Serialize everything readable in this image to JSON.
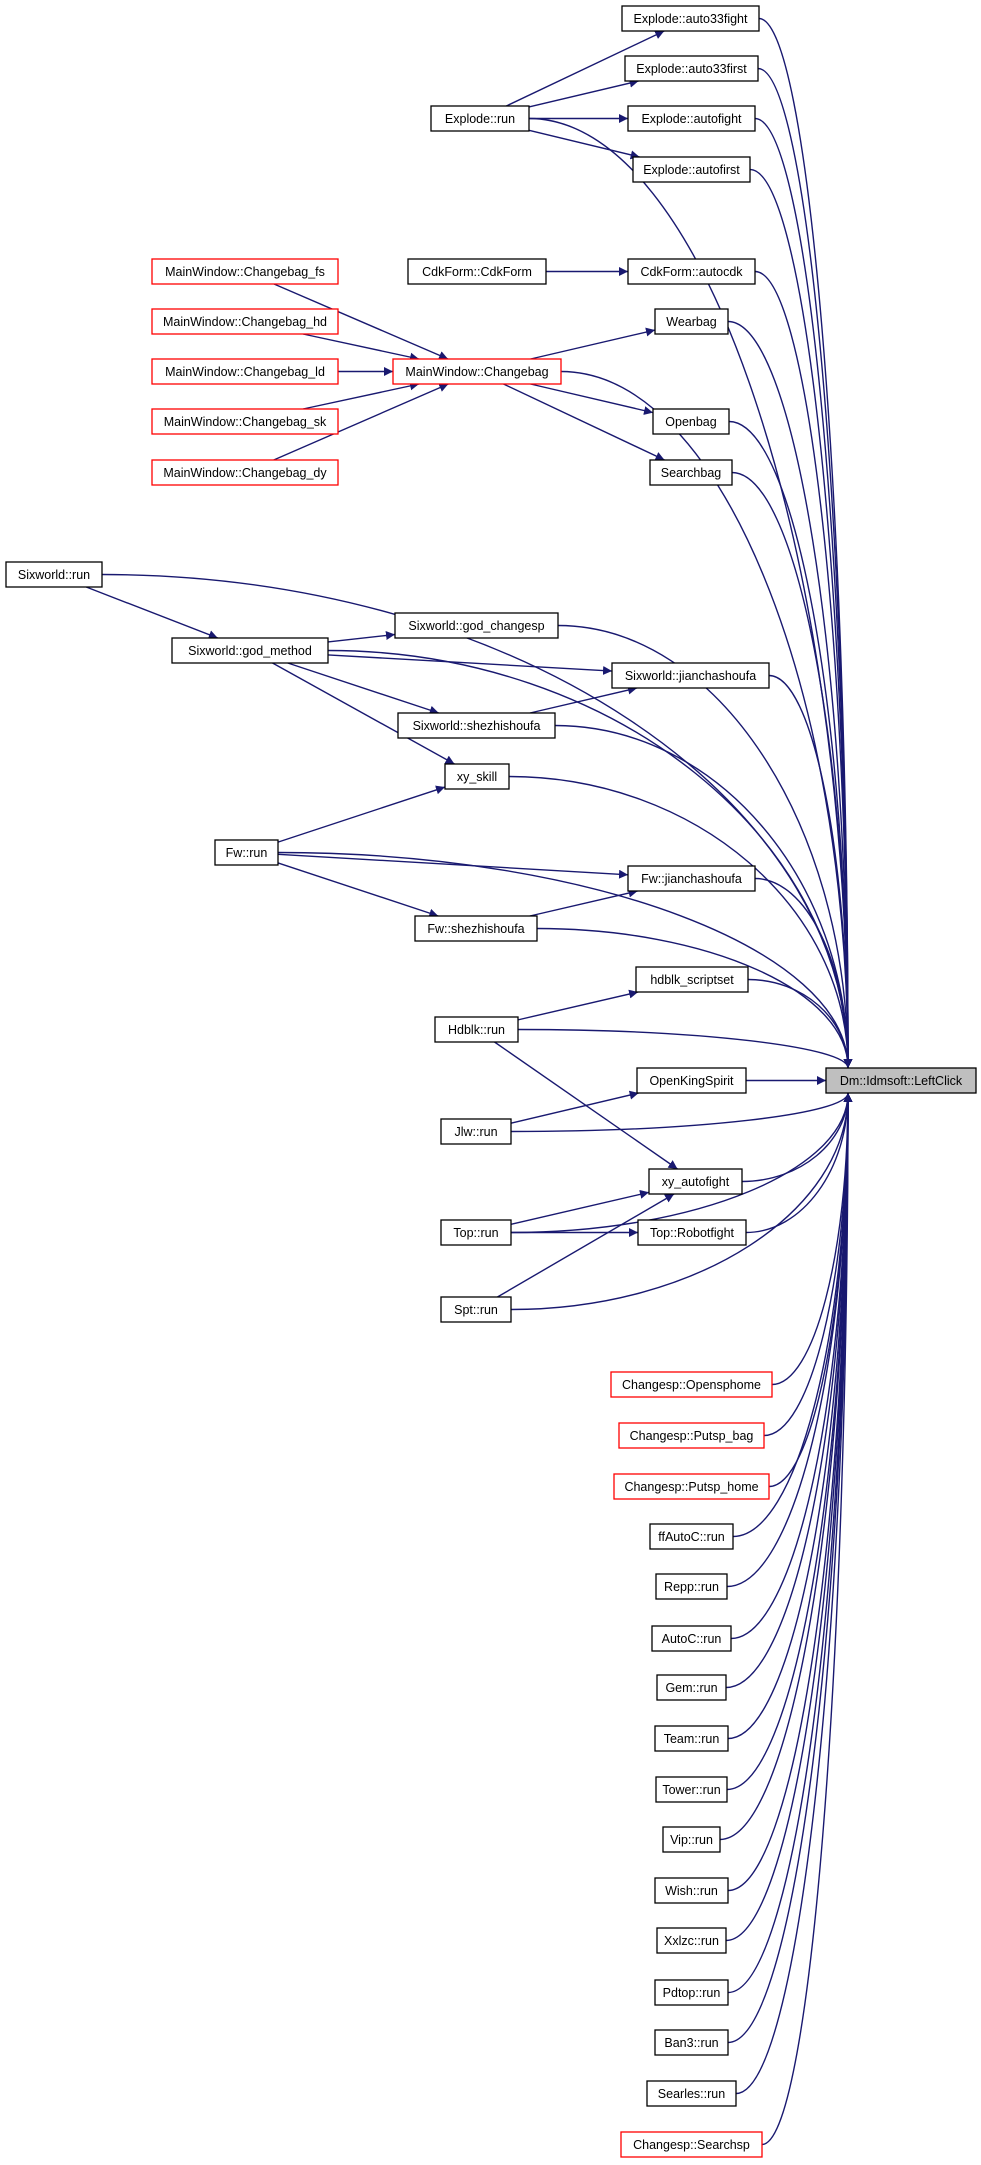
{
  "colors": {
    "edge": "#191970",
    "node_border": "#000000",
    "node_border_incomplete": "#ff0000",
    "target_fill": "#bfbfbf",
    "background": "#ffffff"
  },
  "target": {
    "id": "target",
    "label": "Dm::Idmsoft::LeftClick"
  },
  "nodes": [
    {
      "id": "exp_a33fight",
      "label": "Explode::auto33fight",
      "incomplete": false
    },
    {
      "id": "exp_a33first",
      "label": "Explode::auto33first",
      "incomplete": false
    },
    {
      "id": "exp_run",
      "label": "Explode::run",
      "incomplete": false
    },
    {
      "id": "exp_afight",
      "label": "Explode::autofight",
      "incomplete": false
    },
    {
      "id": "exp_afirst",
      "label": "Explode::autofirst",
      "incomplete": false
    },
    {
      "id": "mw_fs",
      "label": "MainWindow::Changebag_fs",
      "incomplete": true
    },
    {
      "id": "cdk_form",
      "label": "CdkForm::CdkForm",
      "incomplete": false
    },
    {
      "id": "cdk_auto",
      "label": "CdkForm::autocdk",
      "incomplete": false
    },
    {
      "id": "mw_hd",
      "label": "MainWindow::Changebag_hd",
      "incomplete": true
    },
    {
      "id": "wearbag",
      "label": "Wearbag",
      "incomplete": false
    },
    {
      "id": "mw_ld",
      "label": "MainWindow::Changebag_ld",
      "incomplete": true
    },
    {
      "id": "mw_cb",
      "label": "MainWindow::Changebag",
      "incomplete": true
    },
    {
      "id": "mw_sk",
      "label": "MainWindow::Changebag_sk",
      "incomplete": true
    },
    {
      "id": "openbag",
      "label": "Openbag",
      "incomplete": false
    },
    {
      "id": "mw_dy",
      "label": "MainWindow::Changebag_dy",
      "incomplete": true
    },
    {
      "id": "searchbag",
      "label": "Searchbag",
      "incomplete": false
    },
    {
      "id": "six_run",
      "label": "Sixworld::run",
      "incomplete": false
    },
    {
      "id": "six_gcsp",
      "label": "Sixworld::god_changesp",
      "incomplete": false
    },
    {
      "id": "six_gm",
      "label": "Sixworld::god_method",
      "incomplete": false
    },
    {
      "id": "six_jcsf",
      "label": "Sixworld::jianchashoufa",
      "incomplete": false
    },
    {
      "id": "six_szsf",
      "label": "Sixworld::shezhishoufa",
      "incomplete": false
    },
    {
      "id": "xy_skill",
      "label": "xy_skill",
      "incomplete": false
    },
    {
      "id": "fw_run",
      "label": "Fw::run",
      "incomplete": false
    },
    {
      "id": "fw_jcsf",
      "label": "Fw::jianchashoufa",
      "incomplete": false
    },
    {
      "id": "fw_szsf",
      "label": "Fw::shezhishoufa",
      "incomplete": false
    },
    {
      "id": "hdblk_ss",
      "label": "hdblk_scriptset",
      "incomplete": false
    },
    {
      "id": "hdblk_run",
      "label": "Hdblk::run",
      "incomplete": false
    },
    {
      "id": "openking",
      "label": "OpenKingSpirit",
      "incomplete": false
    },
    {
      "id": "jlw_run",
      "label": "Jlw::run",
      "incomplete": false
    },
    {
      "id": "xy_af",
      "label": "xy_autofight",
      "incomplete": false
    },
    {
      "id": "top_run",
      "label": "Top::run",
      "incomplete": false
    },
    {
      "id": "top_rf",
      "label": "Top::Robotfight",
      "incomplete": false
    },
    {
      "id": "spt_run",
      "label": "Spt::run",
      "incomplete": false
    },
    {
      "id": "cs_open",
      "label": "Changesp::Opensphome",
      "incomplete": true
    },
    {
      "id": "cs_pbag",
      "label": "Changesp::Putsp_bag",
      "incomplete": true
    },
    {
      "id": "cs_phome",
      "label": "Changesp::Putsp_home",
      "incomplete": true
    },
    {
      "id": "ffauto",
      "label": "ffAutoC::run",
      "incomplete": false
    },
    {
      "id": "repp",
      "label": "Repp::run",
      "incomplete": false
    },
    {
      "id": "autoc",
      "label": "AutoC::run",
      "incomplete": false
    },
    {
      "id": "gem",
      "label": "Gem::run",
      "incomplete": false
    },
    {
      "id": "team",
      "label": "Team::run",
      "incomplete": false
    },
    {
      "id": "tower",
      "label": "Tower::run",
      "incomplete": false
    },
    {
      "id": "vip",
      "label": "Vip::run",
      "incomplete": false
    },
    {
      "id": "wish",
      "label": "Wish::run",
      "incomplete": false
    },
    {
      "id": "xxlzc",
      "label": "Xxlzc::run",
      "incomplete": false
    },
    {
      "id": "pdtop",
      "label": "Pdtop::run",
      "incomplete": false
    },
    {
      "id": "ban3",
      "label": "Ban3::run",
      "incomplete": false
    },
    {
      "id": "searles",
      "label": "Searles::run",
      "incomplete": false
    },
    {
      "id": "cs_search",
      "label": "Changesp::Searchsp",
      "incomplete": true
    }
  ],
  "edges": [
    [
      "exp_run",
      "exp_a33fight"
    ],
    [
      "exp_run",
      "exp_a33first"
    ],
    [
      "exp_run",
      "exp_afight"
    ],
    [
      "exp_run",
      "exp_afirst"
    ],
    [
      "exp_run",
      "target"
    ],
    [
      "exp_a33fight",
      "target"
    ],
    [
      "exp_a33first",
      "target"
    ],
    [
      "exp_afight",
      "target"
    ],
    [
      "exp_afirst",
      "target"
    ],
    [
      "cdk_form",
      "cdk_auto"
    ],
    [
      "cdk_auto",
      "target"
    ],
    [
      "mw_fs",
      "mw_cb"
    ],
    [
      "mw_hd",
      "mw_cb"
    ],
    [
      "mw_ld",
      "mw_cb"
    ],
    [
      "mw_sk",
      "mw_cb"
    ],
    [
      "mw_dy",
      "mw_cb"
    ],
    [
      "mw_cb",
      "wearbag"
    ],
    [
      "mw_cb",
      "openbag"
    ],
    [
      "mw_cb",
      "searchbag"
    ],
    [
      "mw_cb",
      "target"
    ],
    [
      "wearbag",
      "target"
    ],
    [
      "openbag",
      "target"
    ],
    [
      "searchbag",
      "target"
    ],
    [
      "six_run",
      "six_gm"
    ],
    [
      "six_run",
      "target"
    ],
    [
      "six_gm",
      "six_gcsp"
    ],
    [
      "six_gm",
      "six_jcsf"
    ],
    [
      "six_gm",
      "six_szsf"
    ],
    [
      "six_gm",
      "xy_skill"
    ],
    [
      "six_gm",
      "target"
    ],
    [
      "six_szsf",
      "six_jcsf"
    ],
    [
      "six_gcsp",
      "target"
    ],
    [
      "six_jcsf",
      "target"
    ],
    [
      "six_szsf",
      "target"
    ],
    [
      "xy_skill",
      "target"
    ],
    [
      "fw_run",
      "xy_skill"
    ],
    [
      "fw_run",
      "fw_jcsf"
    ],
    [
      "fw_run",
      "fw_szsf"
    ],
    [
      "fw_run",
      "target"
    ],
    [
      "fw_szsf",
      "fw_jcsf"
    ],
    [
      "fw_jcsf",
      "target"
    ],
    [
      "fw_szsf",
      "target"
    ],
    [
      "hdblk_run",
      "hdblk_ss"
    ],
    [
      "hdblk_run",
      "xy_af"
    ],
    [
      "hdblk_run",
      "target"
    ],
    [
      "hdblk_ss",
      "target"
    ],
    [
      "jlw_run",
      "openking"
    ],
    [
      "jlw_run",
      "target"
    ],
    [
      "openking",
      "target"
    ],
    [
      "xy_af",
      "target"
    ],
    [
      "top_run",
      "xy_af"
    ],
    [
      "top_run",
      "top_rf"
    ],
    [
      "top_run",
      "target"
    ],
    [
      "top_rf",
      "target"
    ],
    [
      "spt_run",
      "xy_af"
    ],
    [
      "spt_run",
      "target"
    ],
    [
      "cs_open",
      "target"
    ],
    [
      "cs_pbag",
      "target"
    ],
    [
      "cs_phome",
      "target"
    ],
    [
      "ffauto",
      "target"
    ],
    [
      "repp",
      "target"
    ],
    [
      "autoc",
      "target"
    ],
    [
      "gem",
      "target"
    ],
    [
      "team",
      "target"
    ],
    [
      "tower",
      "target"
    ],
    [
      "vip",
      "target"
    ],
    [
      "wish",
      "target"
    ],
    [
      "xxlzc",
      "target"
    ],
    [
      "pdtop",
      "target"
    ],
    [
      "ban3",
      "target"
    ],
    [
      "searles",
      "target"
    ],
    [
      "cs_search",
      "target"
    ]
  ]
}
